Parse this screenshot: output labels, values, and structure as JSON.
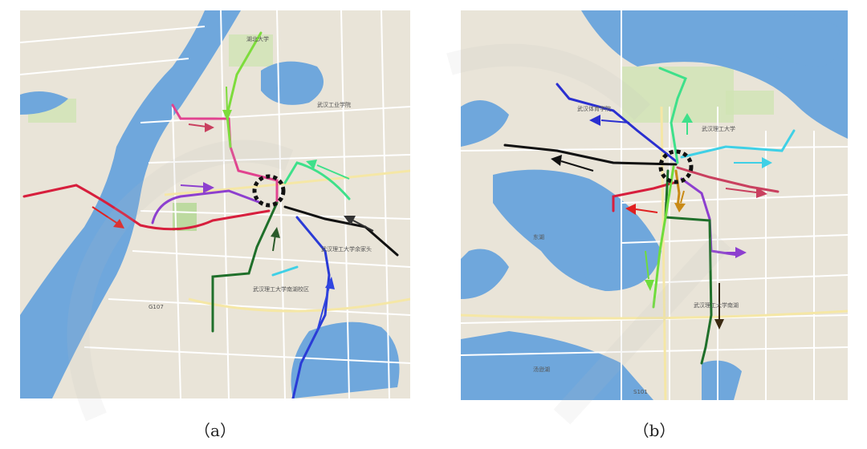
{
  "figure": {
    "caption_a": "（a）",
    "caption_b": "（b）"
  },
  "colors": {
    "land": "#e9e4d8",
    "water": "#6fa7dc",
    "green": "#cfe3b4",
    "road": "#ffffff",
    "major_road": "#f5e7a6",
    "hub_marker": "#111111"
  },
  "map_a": {
    "labels": [
      "湖北大学",
      "武汉工业学院",
      "武汉理工大学余家头",
      "武汉理工大学南湖校区",
      "G107"
    ],
    "route_colors": [
      "#d71f3d",
      "#e1438f",
      "#8d3fcf",
      "#1f6f2a",
      "#2a3bd6",
      "#111111",
      "#7ddc3c",
      "#3ee08a",
      "#3fd0e6"
    ]
  },
  "map_b": {
    "labels": [
      "武汉体育学院",
      "武汉理工大学",
      "武汉理工大学南湖",
      "东湖",
      "汤逊湖",
      "S101"
    ],
    "route_colors": [
      "#2a2fd0",
      "#111111",
      "#d71f3d",
      "#c9405f",
      "#8d3fcf",
      "#1f6f2a",
      "#6fdc3c",
      "#3ee08a",
      "#3fd0e6",
      "#c98a17"
    ]
  }
}
